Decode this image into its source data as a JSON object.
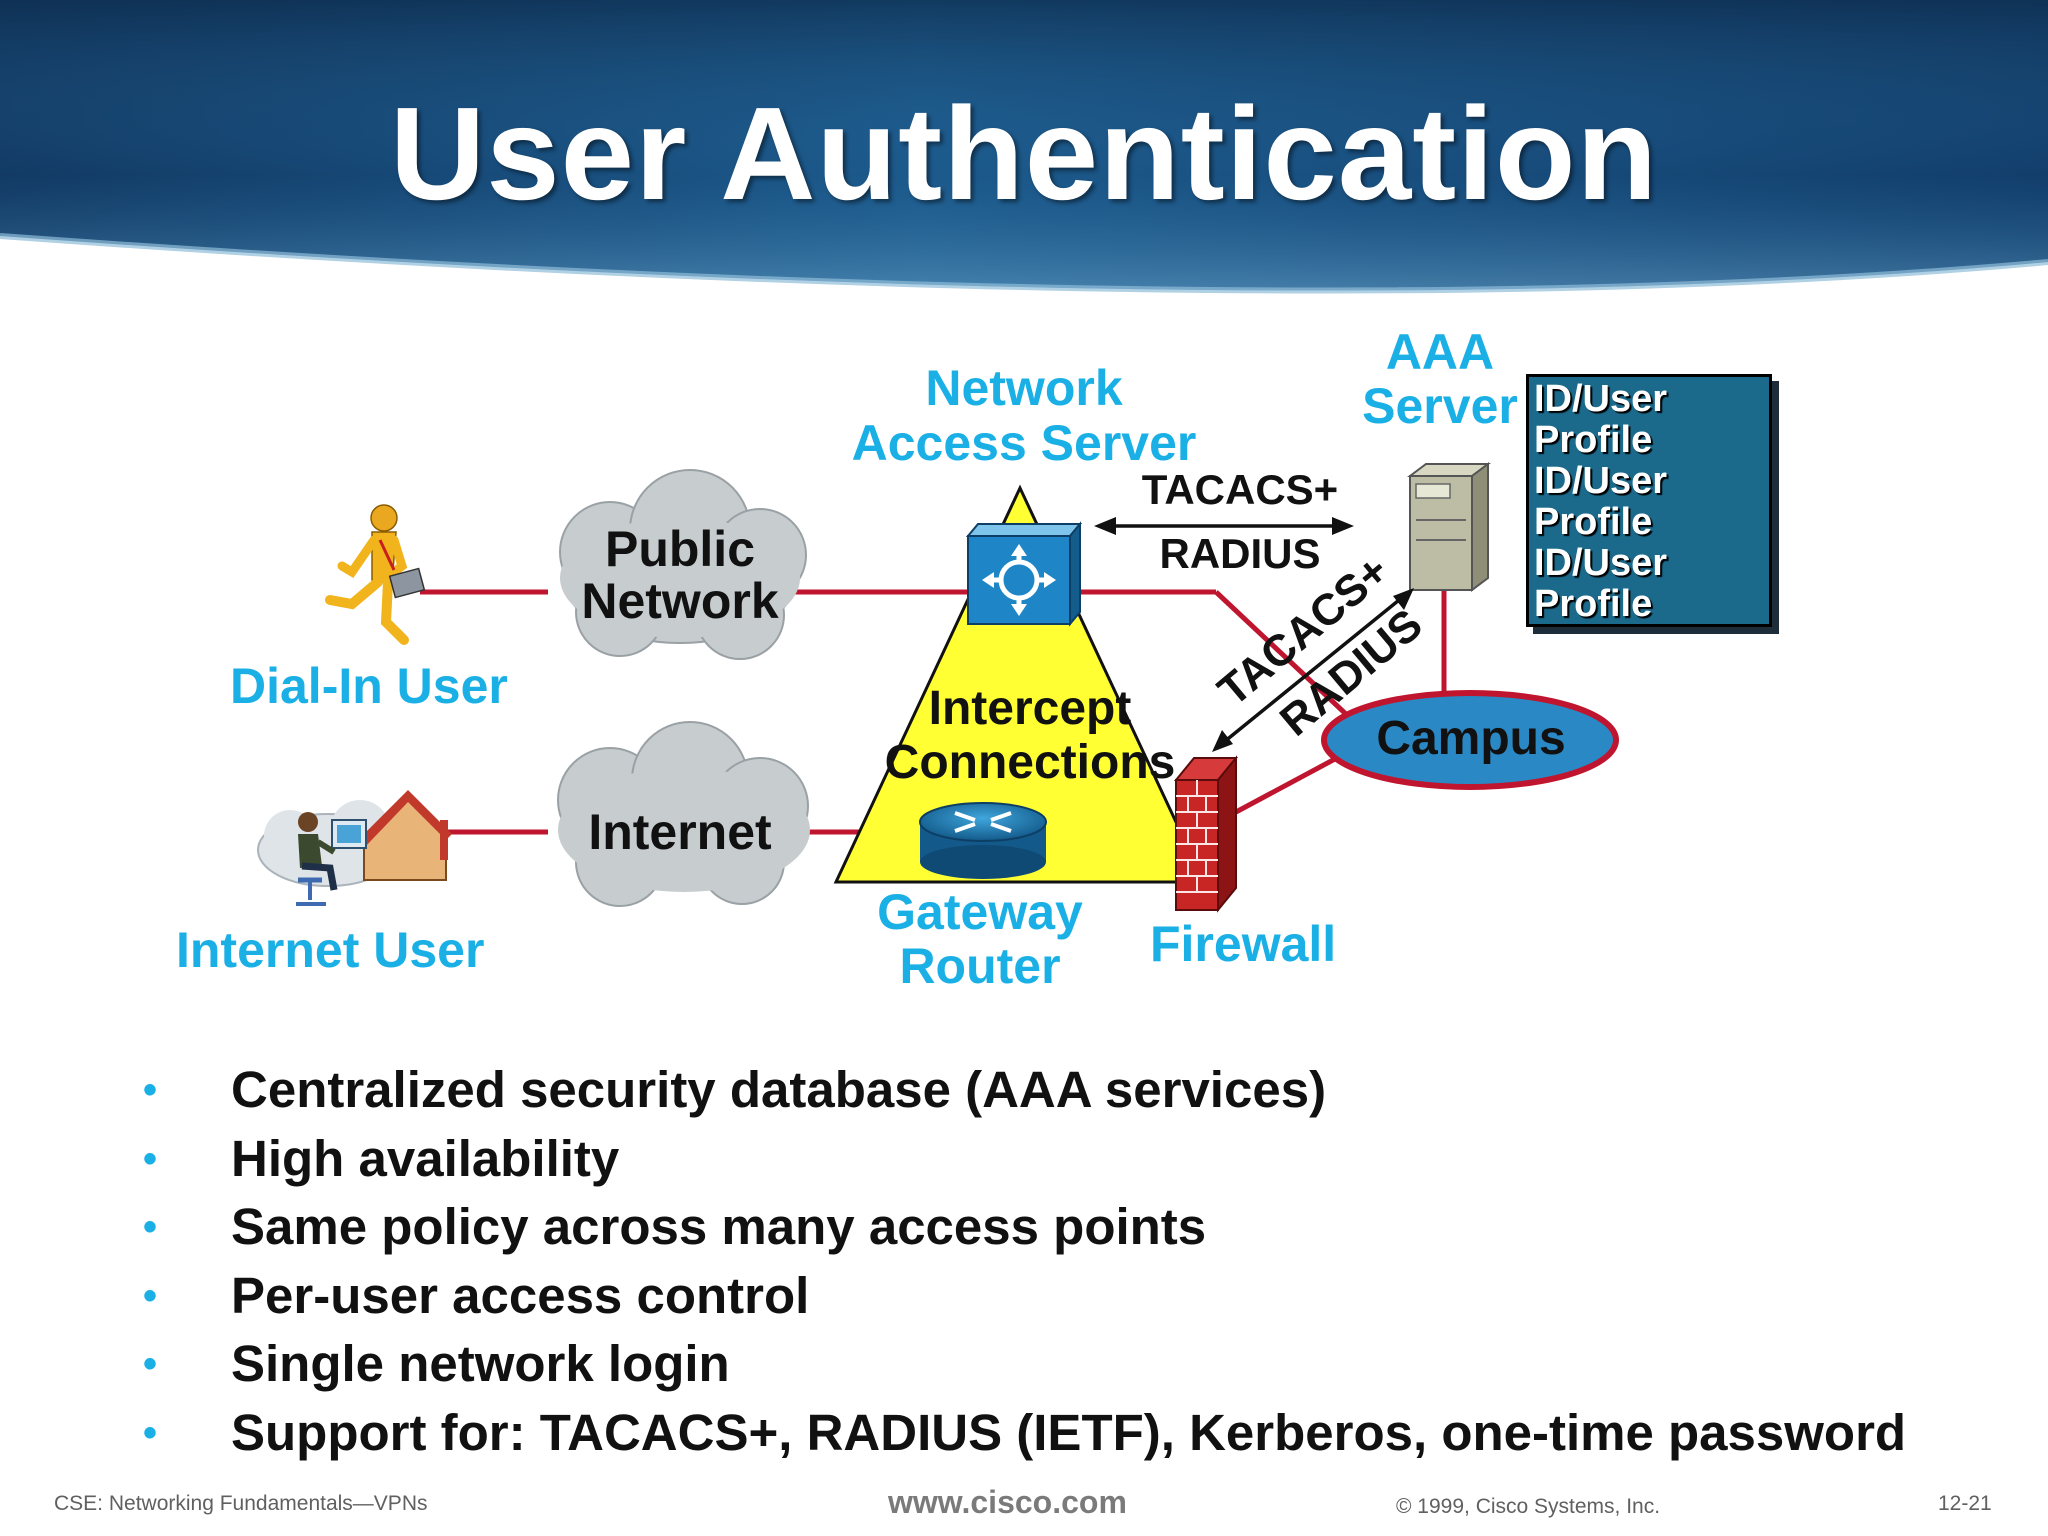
{
  "title": "User Authentication",
  "labels": {
    "dial_in_user": "Dial-In User",
    "internet_user": "Internet User",
    "nas_line1": "Network",
    "nas_line2": "Access Server",
    "aaa_line1": "AAA",
    "aaa_line2": "Server",
    "gateway_line1": "Gateway",
    "gateway_line2": "Router",
    "firewall": "Firewall"
  },
  "clouds": {
    "public_line1": "Public",
    "public_line2": "Network",
    "internet": "Internet"
  },
  "triangle": {
    "line1": "Intercept",
    "line2": "Connections"
  },
  "protocols": {
    "top_tacacs": "TACACS+",
    "top_radius": "RADIUS",
    "diag_tacacs": "TACACS+",
    "diag_radius": "RADIUS"
  },
  "campus": "Campus",
  "profile_box": [
    "ID/User",
    "Profile",
    "ID/User",
    "Profile",
    "ID/User",
    "Profile"
  ],
  "bullets": [
    "Centralized security database (AAA services)",
    "High availability",
    "Same policy across many access points",
    "Per-user access control",
    "Single network login",
    "Support for: TACACS+, RADIUS (IETF), Kerberos, one-time password"
  ],
  "footer": {
    "course": "CSE: Networking Fundamentals—VPNs",
    "url": "www.cisco.com",
    "copyright": "© 1999, Cisco Systems, Inc.",
    "page": "12-21"
  },
  "colors": {
    "accent_label": "#1ab0e6",
    "link_line": "#c0152f",
    "triangle": "#ffff33",
    "banner": "#1a4f7a"
  }
}
